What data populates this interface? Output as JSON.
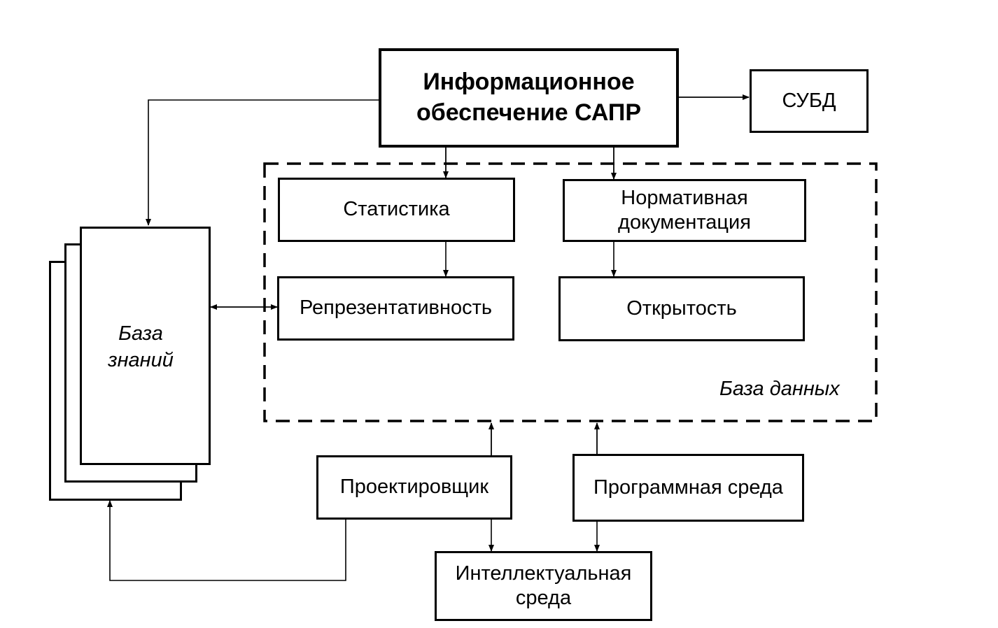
{
  "main": {
    "line1": "Информационное",
    "line2": "обеспечение САПР"
  },
  "dbms": "СУБД",
  "database": {
    "label": "База данных",
    "statistics": "Статистика",
    "normative_line1": "Нормативная",
    "normative_line2": "документация",
    "representativeness": "Репрезентативность",
    "openness": "Открытость"
  },
  "knowledge_base": {
    "line1": "База",
    "line2": "знаний"
  },
  "designer": "Проектировщик",
  "software_env": "Программная среда",
  "intellectual_env": {
    "line1": "Интеллектуальная",
    "line2": "среда"
  }
}
